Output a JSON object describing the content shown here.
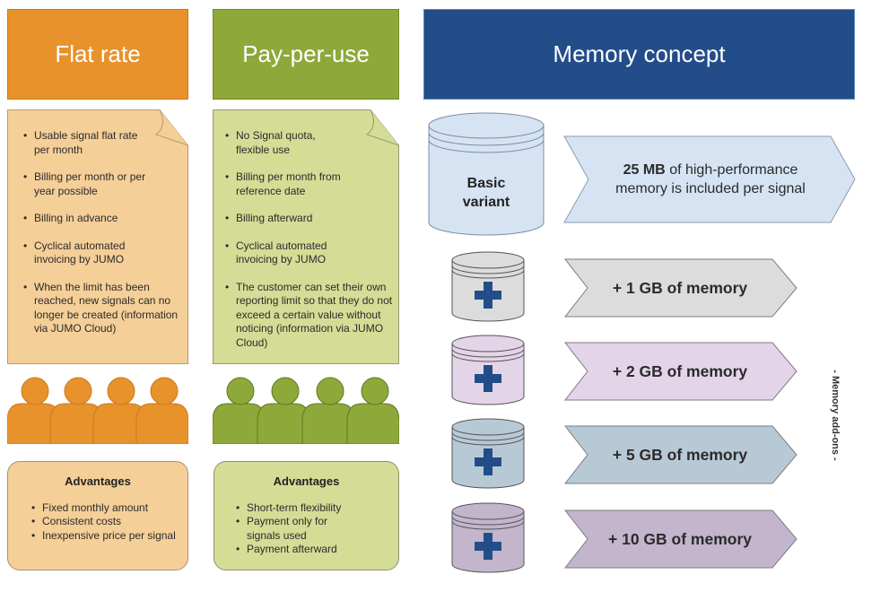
{
  "columns": {
    "flat_rate": {
      "title": "Flat rate",
      "color": "#e8922b",
      "note_color": "#f5cf98",
      "features": [
        "Usable signal flat rate per month",
        "Billing per month or per year possible",
        "Billing in advance",
        "Cyclical automated invoicing by JUMO",
        "When the limit has been reached, new signals can no longer be created (information via JUMO Cloud)"
      ],
      "advantages_title": "Advantages",
      "advantages": [
        "Fixed monthly amount",
        "Consistent costs",
        "Inexpensive price per signal"
      ]
    },
    "pay_per_use": {
      "title": "Pay-per-use",
      "color": "#8fa83a",
      "note_color": "#d4dc96",
      "features": [
        "No Signal quota, flexible use",
        "Billing per month from reference date",
        "Billing afterward",
        "Cyclical automated invoicing by JUMO",
        "The customer can set their own reporting limit so that they do not exceed a certain value without noticing (information via JUMO Cloud)"
      ],
      "advantages_title": "Advantages",
      "advantages": [
        "Short-term flexibility",
        "Payment only for signals used",
        "Payment afterward"
      ]
    }
  },
  "memory": {
    "title": "Memory concept",
    "color": "#234d89",
    "basic": {
      "label_line1": "Basic",
      "label_line2": "variant",
      "amount": "25 MB",
      "text_rest": "of high-performance",
      "text_line2": "memory is included per signal",
      "color": "#d6e3f3"
    },
    "addons_label": "- Memory add-ons -",
    "addons": [
      {
        "label": "+ 1 GB of memory",
        "color": "#dcdcdc"
      },
      {
        "label": "+ 2 GB of memory",
        "color": "#e4d4e8"
      },
      {
        "label": "+ 5 GB of memory",
        "color": "#b8c9d6"
      },
      {
        "label": "+ 10 GB of memory",
        "color": "#c2b5cc"
      }
    ]
  }
}
